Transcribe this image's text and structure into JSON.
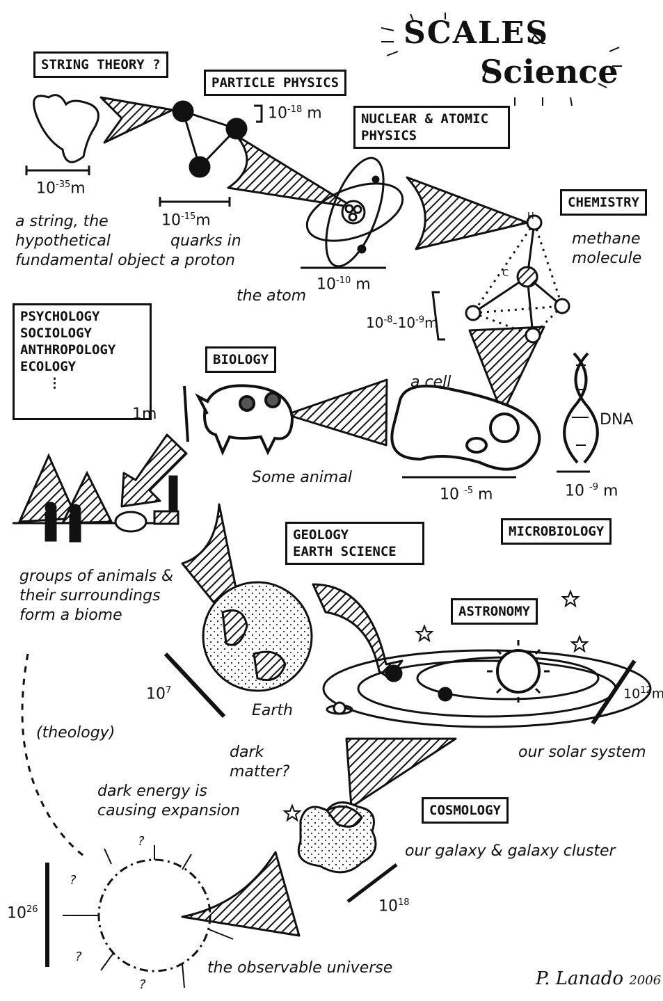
{
  "title": {
    "line1": "SCALES",
    "amp": "&",
    "line2": "Science"
  },
  "fields": {
    "string_theory": "STRING THEORY ?",
    "particle_physics": "PARTICLE PHYSICS",
    "nuclear_atomic": [
      "NUCLEAR & ATOMIC",
      "PHYSICS"
    ],
    "chemistry": "CHEMISTRY",
    "social": [
      "PSYCHOLOGY",
      "SOCIOLOGY",
      "ANTHROPOLOGY",
      "ECOLOGY",
      "⋮"
    ],
    "biology": "BIOLOGY",
    "geology": [
      "GEOLOGY",
      "EARTH SCIENCE"
    ],
    "microbiology": "MICROBIOLOGY",
    "astronomy": "ASTRONOMY",
    "cosmology": "COSMOLOGY"
  },
  "scales": {
    "string": "10",
    "string_exp": "-35",
    "string_unit": "m",
    "particle": "10",
    "particle_exp": "-18",
    "particle_unit": "m",
    "proton": "10",
    "proton_exp": "-15",
    "proton_unit": "m",
    "atom": "10",
    "atom_exp": "-10",
    "atom_unit": "m",
    "molecule": "10",
    "molecule_exp": "-8",
    "molecule_mid": "-10",
    "molecule_exp2": "-9",
    "molecule_unit": "m",
    "human": "1m",
    "cell": "10",
    "cell_exp": "-5",
    "cell_unit": "m",
    "dna": "10",
    "dna_exp": "-9",
    "dna_unit": "m",
    "earth": "10",
    "earth_exp": "7",
    "solar": "10",
    "solar_exp": "12",
    "solar_unit": "m",
    "galaxy": "10",
    "galaxy_exp": "18",
    "universe": "10",
    "universe_exp": "26"
  },
  "notes": {
    "string": [
      "a string, the",
      "hypothetical",
      "fundamental object"
    ],
    "quarks": [
      "quarks in",
      "a proton"
    ],
    "atom": "the atom",
    "methane": [
      "methane",
      "molecule"
    ],
    "cell": "a cell",
    "dna": "DNA",
    "animal": "Some animal",
    "biome": [
      "groups of animals &",
      "their surroundings",
      "form  a  biome"
    ],
    "earth": "Earth",
    "theology": "(theology)",
    "solar": "our solar system",
    "dark_matter": [
      "dark",
      "matter?"
    ],
    "dark_energy": [
      "dark energy is",
      "causing expansion"
    ],
    "galaxy": "our galaxy & galaxy cluster",
    "universe": "the observable universe",
    "universe_q": "?"
  },
  "molecule_labels": {
    "h": "H",
    "c": "C"
  },
  "signature": {
    "name": "P. Lanado",
    "year": "2006"
  }
}
